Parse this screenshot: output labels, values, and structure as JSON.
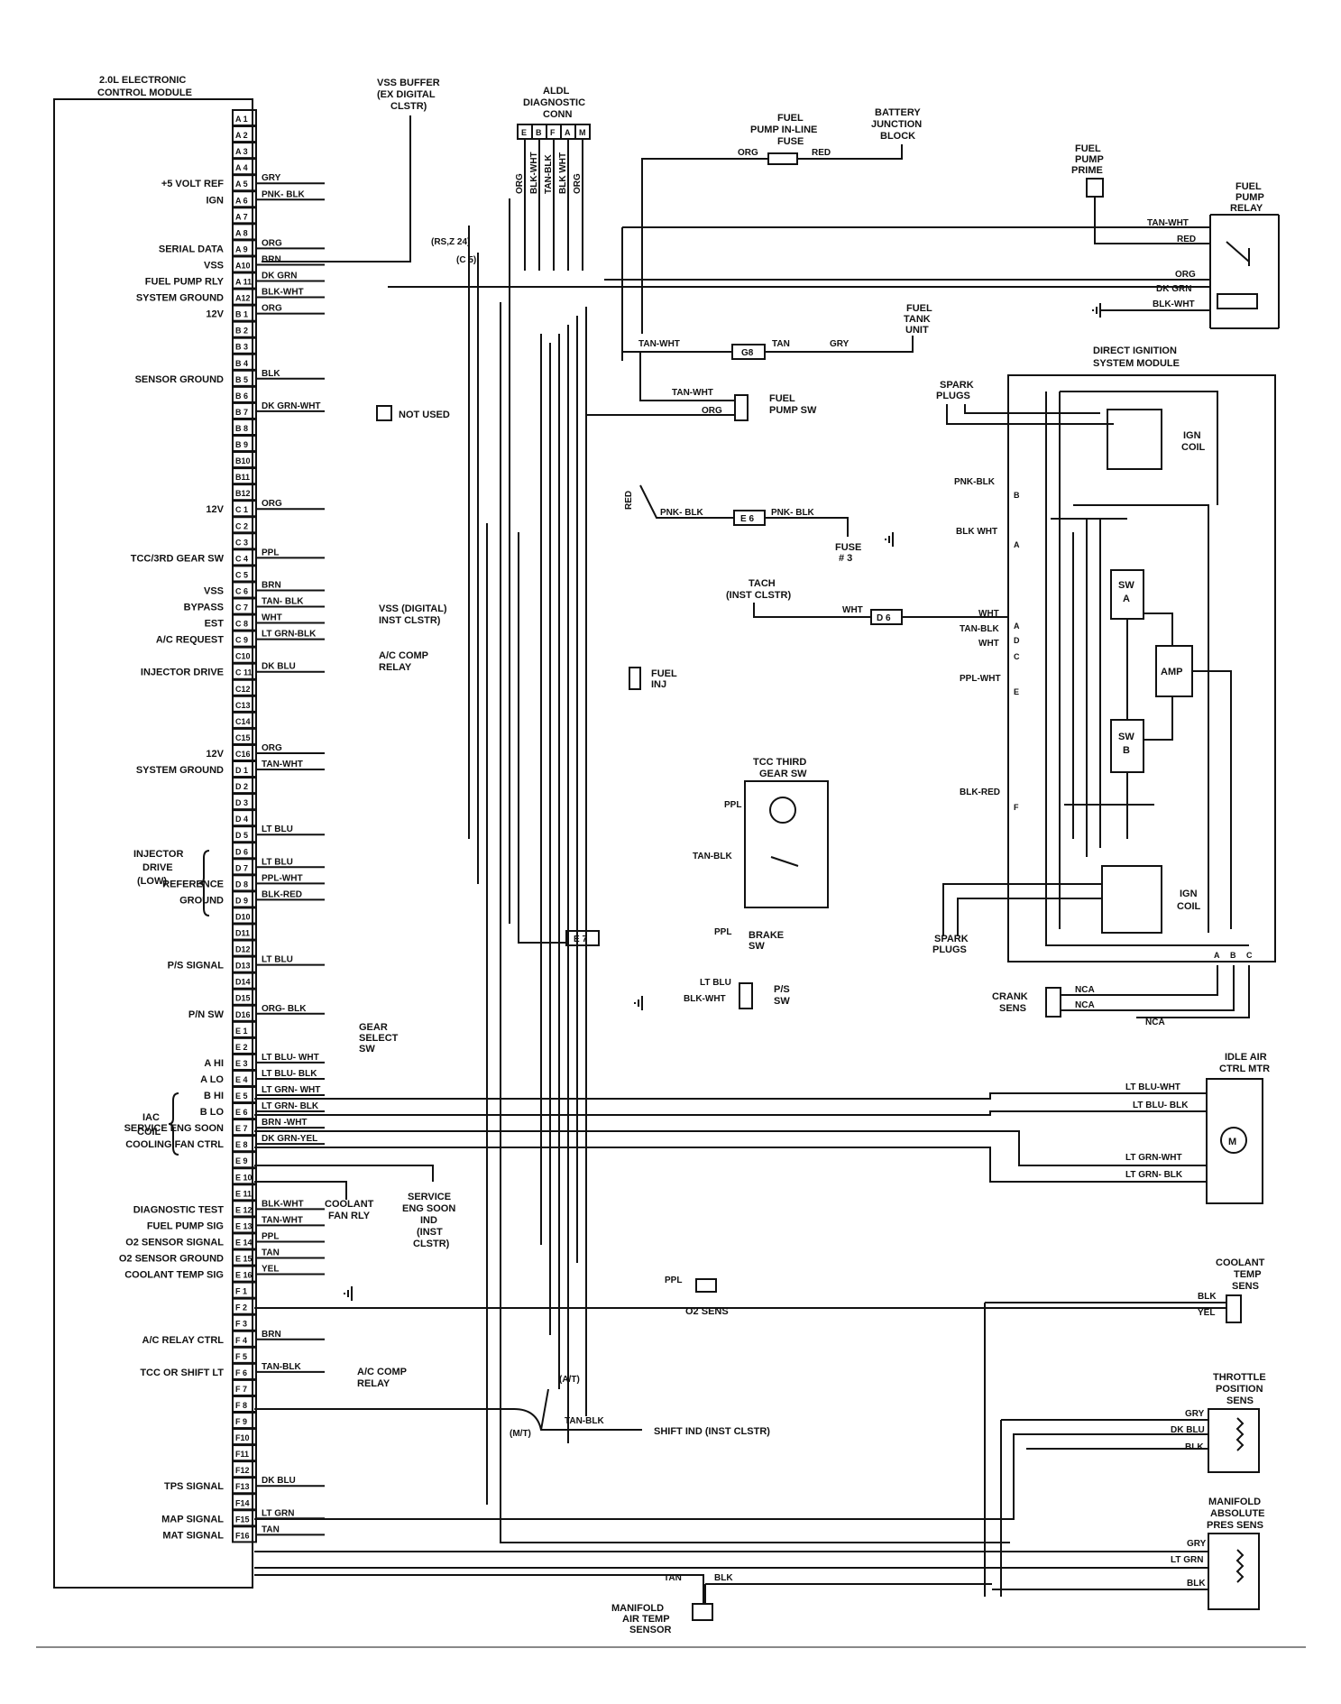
{
  "ecm": {
    "title_line1": "2.0L ELECTRONIC",
    "title_line2": "CONTROL MODULE",
    "pins": [
      {
        "pin": "A 1",
        "func": "",
        "wire": ""
      },
      {
        "pin": "A 2",
        "func": "",
        "wire": ""
      },
      {
        "pin": "A 3",
        "func": "",
        "wire": ""
      },
      {
        "pin": "A 4",
        "func": "",
        "wire": ""
      },
      {
        "pin": "A 5",
        "func": "+5 VOLT REF",
        "wire": "GRY"
      },
      {
        "pin": "A 6",
        "func": "IGN",
        "wire": "PNK- BLK"
      },
      {
        "pin": "A 7",
        "func": "",
        "wire": ""
      },
      {
        "pin": "A 8",
        "func": "",
        "wire": ""
      },
      {
        "pin": "A 9",
        "func": "SERIAL DATA",
        "wire": "ORG"
      },
      {
        "pin": "A10",
        "func": "VSS",
        "wire": "BRN"
      },
      {
        "pin": "A 11",
        "func": "FUEL PUMP RLY",
        "wire": "DK GRN"
      },
      {
        "pin": "A12",
        "func": "SYSTEM GROUND",
        "wire": "BLK-WHT"
      },
      {
        "pin": "B 1",
        "func": "12V",
        "wire": "ORG"
      },
      {
        "pin": "B 2",
        "func": "",
        "wire": ""
      },
      {
        "pin": "B 3",
        "func": "",
        "wire": ""
      },
      {
        "pin": "B 4",
        "func": "",
        "wire": ""
      },
      {
        "pin": "B 5",
        "func": "SENSOR GROUND",
        "wire": "BLK"
      },
      {
        "pin": "B 6",
        "func": "",
        "wire": ""
      },
      {
        "pin": "B 7",
        "func": "",
        "wire": "DK GRN-WHT"
      },
      {
        "pin": "B 8",
        "func": "",
        "wire": ""
      },
      {
        "pin": "B 9",
        "func": "",
        "wire": ""
      },
      {
        "pin": "B10",
        "func": "",
        "wire": ""
      },
      {
        "pin": "B11",
        "func": "",
        "wire": ""
      },
      {
        "pin": "B12",
        "func": "",
        "wire": ""
      },
      {
        "pin": "C 1",
        "func": "12V",
        "wire": "ORG"
      },
      {
        "pin": "C 2",
        "func": "",
        "wire": ""
      },
      {
        "pin": "C 3",
        "func": "",
        "wire": ""
      },
      {
        "pin": "C 4",
        "func": "TCC/3RD GEAR SW",
        "wire": "PPL"
      },
      {
        "pin": "C 5",
        "func": "",
        "wire": ""
      },
      {
        "pin": "C 6",
        "func": "VSS",
        "wire": "BRN"
      },
      {
        "pin": "C 7",
        "func": "BYPASS",
        "wire": "TAN- BLK"
      },
      {
        "pin": "C 8",
        "func": "EST",
        "wire": "WHT"
      },
      {
        "pin": "C 9",
        "func": "A/C REQUEST",
        "wire": "LT GRN-BLK"
      },
      {
        "pin": "C10",
        "func": "",
        "wire": ""
      },
      {
        "pin": "C 11",
        "func": "INJECTOR DRIVE",
        "wire": "DK BLU"
      },
      {
        "pin": "C12",
        "func": "",
        "wire": ""
      },
      {
        "pin": "C13",
        "func": "",
        "wire": ""
      },
      {
        "pin": "C14",
        "func": "",
        "wire": ""
      },
      {
        "pin": "C15",
        "func": "",
        "wire": ""
      },
      {
        "pin": "C16",
        "func": "12V",
        "wire": "ORG"
      },
      {
        "pin": "D 1",
        "func": "SYSTEM GROUND",
        "wire": "TAN-WHT"
      },
      {
        "pin": "D 2",
        "func": "",
        "wire": ""
      },
      {
        "pin": "D 3",
        "func": "",
        "wire": ""
      },
      {
        "pin": "D 4",
        "func": "",
        "wire": ""
      },
      {
        "pin": "D 5",
        "func": "",
        "wire": "LT BLU"
      },
      {
        "pin": "D 6",
        "func": "",
        "wire": ""
      },
      {
        "pin": "D 7",
        "func": "",
        "wire": "LT BLU"
      },
      {
        "pin": "D 8",
        "func": "REFERENCE",
        "wire": "PPL-WHT"
      },
      {
        "pin": "D 9",
        "func": "GROUND",
        "wire": "BLK-RED"
      },
      {
        "pin": "D10",
        "func": "",
        "wire": ""
      },
      {
        "pin": "D11",
        "func": "",
        "wire": ""
      },
      {
        "pin": "D12",
        "func": "",
        "wire": ""
      },
      {
        "pin": "D13",
        "func": "P/S SIGNAL",
        "wire": "LT BLU"
      },
      {
        "pin": "D14",
        "func": "",
        "wire": ""
      },
      {
        "pin": "D15",
        "func": "",
        "wire": ""
      },
      {
        "pin": "D16",
        "func": "P/N SW",
        "wire": "ORG- BLK"
      },
      {
        "pin": "E 1",
        "func": "",
        "wire": ""
      },
      {
        "pin": "E 2",
        "func": "",
        "wire": ""
      },
      {
        "pin": "E 3",
        "func": "A HI",
        "wire": "LT BLU- WHT"
      },
      {
        "pin": "E 4",
        "func": "A LO",
        "wire": "LT BLU- BLK"
      },
      {
        "pin": "E 5",
        "func": "B HI",
        "wire": "LT GRN- WHT"
      },
      {
        "pin": "E 6",
        "func": "B LO",
        "wire": "LT GRN- BLK"
      },
      {
        "pin": "E 7",
        "func": "SERVICE ENG SOON",
        "wire": "BRN -WHT"
      },
      {
        "pin": "E 8",
        "func": "COOLING FAN CTRL",
        "wire": "DK GRN-YEL"
      },
      {
        "pin": "E 9",
        "func": "",
        "wire": ""
      },
      {
        "pin": "E 10",
        "func": "",
        "wire": ""
      },
      {
        "pin": "E 11",
        "func": "",
        "wire": ""
      },
      {
        "pin": "E 12",
        "func": "DIAGNOSTIC TEST",
        "wire": "BLK-WHT"
      },
      {
        "pin": "E 13",
        "func": "FUEL PUMP SIG",
        "wire": "TAN-WHT"
      },
      {
        "pin": "E 14",
        "func": "O2 SENSOR SIGNAL",
        "wire": "PPL"
      },
      {
        "pin": "E 15",
        "func": "O2 SENSOR GROUND",
        "wire": "TAN"
      },
      {
        "pin": "E 16",
        "func": "COOLANT TEMP SIG",
        "wire": "YEL"
      },
      {
        "pin": "F 1",
        "func": "",
        "wire": ""
      },
      {
        "pin": "F 2",
        "func": "",
        "wire": ""
      },
      {
        "pin": "F 3",
        "func": "",
        "wire": ""
      },
      {
        "pin": "F 4",
        "func": "A/C RELAY CTRL",
        "wire": "BRN"
      },
      {
        "pin": "F 5",
        "func": "",
        "wire": ""
      },
      {
        "pin": "F 6",
        "func": "TCC OR SHIFT LT",
        "wire": "TAN-BLK"
      },
      {
        "pin": "F 7",
        "func": "",
        "wire": ""
      },
      {
        "pin": "F 8",
        "func": "",
        "wire": ""
      },
      {
        "pin": "F 9",
        "func": "",
        "wire": ""
      },
      {
        "pin": "F10",
        "func": "",
        "wire": ""
      },
      {
        "pin": "F11",
        "func": "",
        "wire": ""
      },
      {
        "pin": "F12",
        "func": "",
        "wire": ""
      },
      {
        "pin": "F13",
        "func": "TPS SIGNAL",
        "wire": "DK BLU"
      },
      {
        "pin": "F14",
        "func": "",
        "wire": ""
      },
      {
        "pin": "F15",
        "func": "MAP SIGNAL",
        "wire": "LT GRN"
      },
      {
        "pin": "F16",
        "func": "MAT SIGNAL",
        "wire": "TAN"
      }
    ],
    "injector_drive": [
      "INJECTOR",
      "DRIVE",
      "(LOW)"
    ],
    "iac_coil": [
      "IAC",
      "COIL"
    ]
  },
  "components": {
    "vss_buffer": [
      "VSS BUFFER",
      "(EX DIGITAL",
      "CLSTR)"
    ],
    "aldl": {
      "title": [
        "ALDL",
        "DIAGNOSTIC",
        "CONN"
      ],
      "pins": [
        "E",
        "B",
        "F",
        "A",
        "M"
      ],
      "wires": [
        "ORG",
        "BLK-WHT",
        "TAN-BLK",
        "BLK WHT",
        "ORG"
      ]
    },
    "rs_z24": "(RS,Z 24)",
    "c5": "(C 5)",
    "fuse": {
      "title": [
        "FUEL",
        "PUMP IN-LINE",
        "FUSE"
      ],
      "left": "ORG",
      "right": "RED"
    },
    "battery": [
      "BATTERY",
      "JUNCTION",
      "BLOCK"
    ],
    "fuel_pump_prime": [
      "FUEL",
      "PUMP",
      "PRIME"
    ],
    "fuel_pump_relay": {
      "title": [
        "FUEL",
        "PUMP",
        "RELAY"
      ],
      "wires": [
        "TAN-WHT",
        "RED",
        "ORG",
        "DK GRN",
        "BLK-WHT"
      ]
    },
    "fuel_tank": {
      "title": [
        "FUEL",
        "TANK",
        "UNIT"
      ],
      "conn": "G8",
      "w1": "TAN-WHT",
      "w2": "TAN",
      "w3": "GRY"
    },
    "fuel_pump_sw": {
      "title": [
        "FUEL",
        "PUMP SW"
      ],
      "w1": "TAN-WHT",
      "w2": "ORG"
    },
    "not_used": "NOT USED",
    "dis": {
      "title": [
        "DIRECT IGNITION",
        "SYSTEM MODULE"
      ],
      "spark_top": [
        "SPARK",
        "PLUGS"
      ],
      "spark_bottom": [
        "SPARK",
        "PLUGS"
      ],
      "ign_coil": [
        "IGN",
        "COIL"
      ],
      "sw_a": [
        "SW",
        "A"
      ],
      "sw_b": [
        "SW",
        "B"
      ],
      "amp": "AMP",
      "pins": [
        "B",
        "A",
        "A",
        "D",
        "C",
        "E",
        "F",
        "A",
        "B",
        "C"
      ],
      "wires": [
        "PNK-BLK",
        "BLK WHT",
        "WHT",
        "TAN-BLK",
        "WHT",
        "PPL-WHT",
        "BLK-RED"
      ]
    },
    "red": "RED",
    "e6": {
      "conn": "E 6",
      "w1": "PNK- BLK",
      "w2": "PNK- BLK",
      "fuse": [
        "FUSE",
        "# 3"
      ]
    },
    "tach": {
      "title": [
        "TACH",
        "(INST CLSTR)"
      ],
      "conn": "D 6",
      "wire": "WHT"
    },
    "vss_digital": [
      "VSS (DIGITAL)",
      "INST CLSTR)"
    ],
    "ac_comp": [
      "A/C COMP",
      "RELAY"
    ],
    "fuel_inj": [
      "FUEL",
      "INJ"
    ],
    "tcc_sw": {
      "title": [
        "TCC THIRD",
        "GEAR SW"
      ],
      "w1": "PPL",
      "w2": "TAN-BLK"
    },
    "brake": {
      "conn": "E 7",
      "wire": "PPL",
      "title": [
        "BRAKE",
        "SW"
      ]
    },
    "ps_sw": {
      "w1": "LT BLU",
      "w2": "BLK-WHT",
      "title": [
        "P/S",
        "SW"
      ]
    },
    "gear_select": [
      "GEAR",
      "SELECT",
      "SW"
    ],
    "crank": {
      "title": [
        "CRANK",
        "SENS"
      ],
      "wires": [
        "NCA",
        "NCA",
        "NCA"
      ]
    },
    "iac_motor": {
      "title": [
        "IDLE AIR",
        "CTRL MTR"
      ],
      "wires": [
        "LT BLU-WHT",
        "LT BLU- BLK",
        "LT GRN-WHT",
        "LT GRN- BLK"
      ]
    },
    "coolant_fan": [
      "COOLANT",
      "FAN RLY"
    ],
    "ses_ind": [
      "SERVICE",
      "ENG SOON",
      "IND",
      "(INST",
      "CLSTR)"
    ],
    "o2_sens": {
      "wire": "PPL",
      "title": "O2 SENS"
    },
    "coolant_temp": {
      "title": [
        "COOLANT",
        "TEMP",
        "SENS"
      ],
      "w1": "BLK",
      "w2": "YEL"
    },
    "ac_comp2": [
      "A/C COMP",
      "RELAY"
    ],
    "at": "(A/T)",
    "mt": "(M/T)",
    "shift_ind": {
      "wire": "TAN-BLK",
      "label": "SHIFT IND (INST CLSTR)"
    },
    "tps": {
      "title": [
        "THROTTLE",
        "POSITION",
        "SENS"
      ],
      "wires": [
        "GRY",
        "DK BLU",
        "BLK"
      ]
    },
    "map": {
      "title": [
        "MANIFOLD",
        "ABSOLUTE",
        "PRES SENS"
      ],
      "wires": [
        "GRY",
        "LT GRN",
        "BLK"
      ]
    },
    "mat": {
      "title": [
        "MANIFOLD",
        "AIR TEMP",
        "SENSOR"
      ],
      "w1": "TAN",
      "w2": "BLK"
    }
  }
}
